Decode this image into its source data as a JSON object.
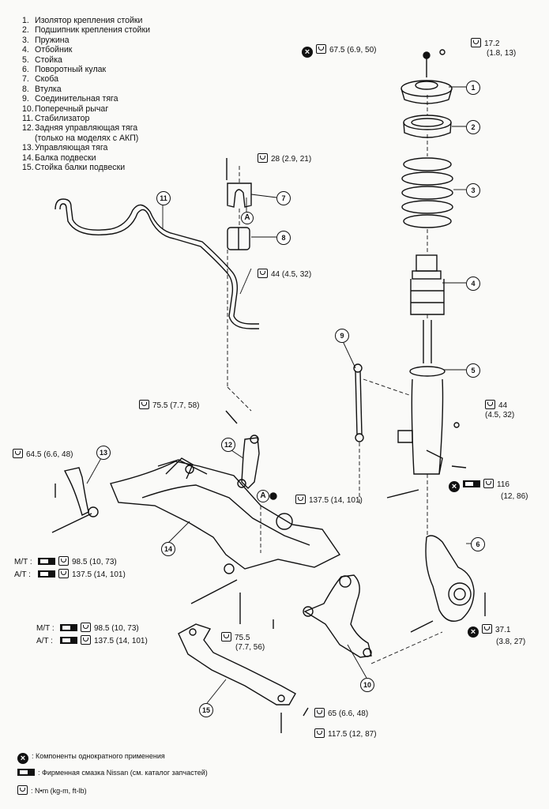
{
  "parts_list": [
    {
      "num": "1.",
      "label": "Изолятор крепления стойки"
    },
    {
      "num": "2.",
      "label": "Подшипник крепления стойки"
    },
    {
      "num": "3.",
      "label": "Пружина"
    },
    {
      "num": "4.",
      "label": "Отбойник"
    },
    {
      "num": "5.",
      "label": "Стойка"
    },
    {
      "num": "6.",
      "label": "Поворотный кулак"
    },
    {
      "num": "7.",
      "label": "Скоба"
    },
    {
      "num": "8.",
      "label": "Втулка"
    },
    {
      "num": "9.",
      "label": "Соединительная тяга"
    },
    {
      "num": "10.",
      "label": "Поперечный рычаг"
    },
    {
      "num": "11.",
      "label": "Стабилизатор"
    },
    {
      "num": "12.",
      "label": "Задняя управляющая тяга"
    },
    {
      "num": "",
      "label": "(только на моделях с АКП)"
    },
    {
      "num": "13.",
      "label": "Управляющая тяга"
    },
    {
      "num": "14.",
      "label": "Балка подвески"
    },
    {
      "num": "15.",
      "label": "Стойка балки подвески"
    }
  ],
  "callouts": [
    "1",
    "2",
    "3",
    "4",
    "5",
    "6",
    "7",
    "8",
    "9",
    "10",
    "11",
    "12",
    "13",
    "14",
    "15"
  ],
  "connector_label": "A",
  "torques": {
    "t1": "67.5 (6.9, 50)",
    "t2a": "17.2",
    "t2b": "(1.8, 13)",
    "t3": "28 (2.9, 21)",
    "t4": "44 (4.5, 32)",
    "t5": "75.5 (7.7, 58)",
    "t6": "64.5 (6.6, 48)",
    "t7a": "44",
    "t7b": "(4.5, 32)",
    "t8": "137.5 (14, 101)",
    "t9a": "116",
    "t9b": "(12, 86)",
    "t10_mt": "98.5 (10, 73)",
    "t10_at": "137.5 (14, 101)",
    "t11_mt": "98.5 (10, 73)",
    "t11_at": "137.5 (14, 101)",
    "t12a": "75.5",
    "t12b": "(7.7, 56)",
    "t13a": "37.1",
    "t13b": "(3.8, 27)",
    "t14": "65 (6.6, 48)",
    "t15": "117.5 (12, 87)"
  },
  "trans_labels": {
    "mt": "M/T :",
    "at": "A/T :"
  },
  "legend": {
    "single_use": ": Компоненты однократного применения",
    "grease": ": Фирменная смазка Nissan (см. каталог запчастей)",
    "torque_unit": ": N•m (kg-m, ft-lb)"
  }
}
